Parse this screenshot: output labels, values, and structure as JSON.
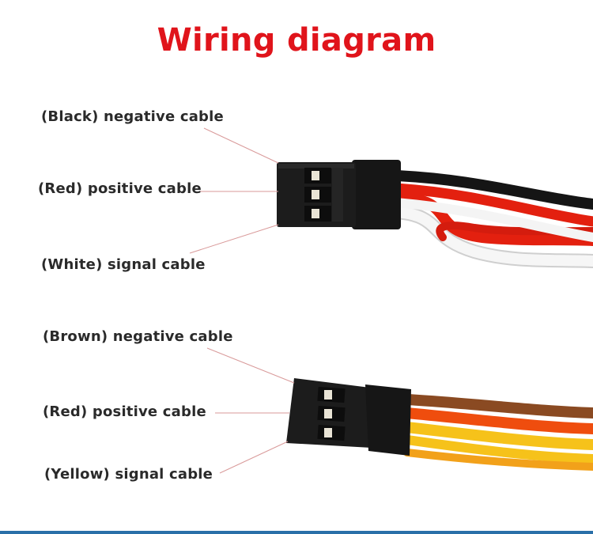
{
  "title": "Wiring diagram",
  "connector_1": {
    "labels": {
      "negative": "(Black) negative cable",
      "positive": "(Red) positive cable",
      "signal": "(White) signal cable"
    },
    "wire_colors": {
      "negative": "#151515",
      "positive": "#e3200f",
      "signal": "#f4f4f4"
    }
  },
  "connector_2": {
    "labels": {
      "negative": "(Brown) negative cable",
      "positive": "(Red) positive cable",
      "signal": "(Yellow) signal cable"
    },
    "wire_colors": {
      "negative": "#8a4a22",
      "positive": "#ef4d0e",
      "signal": "#f6c21a"
    }
  },
  "colors": {
    "title": "#e0141b",
    "leader_line": "#d99a9a",
    "connector_body": "#1c1c1c"
  }
}
